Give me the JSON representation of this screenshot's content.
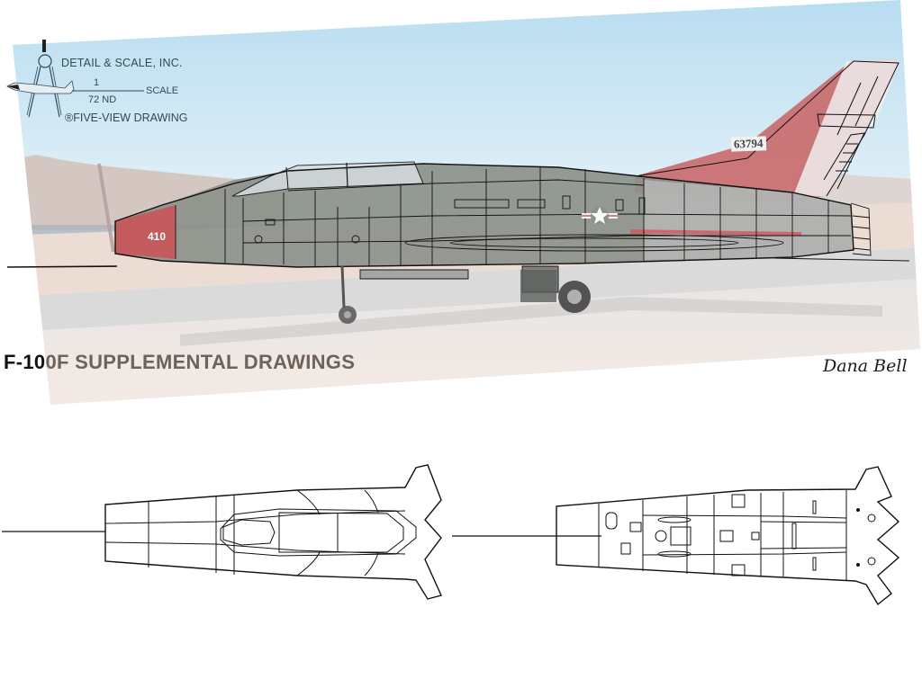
{
  "publisher": {
    "name": "DETAIL & SCALE, INC.",
    "scale_numerator": "1",
    "scale_denominator": "72 ND",
    "scale_label": "SCALE",
    "drawing_type": "®FIVE-VIEW DRAWING",
    "logo_icon": "compass-divider-with-aircraft-icon"
  },
  "title": {
    "dark_part": "F-10",
    "light_part": "0F SUPPLEMENTAL DRAWINGS",
    "full_text": "F-100F SUPPLEMENTAL DRAWINGS"
  },
  "signature": "Dana Bell",
  "aircraft": {
    "model": "F-100F",
    "tail_number": "63794",
    "nose_number": "410",
    "insignia": "star-and-bar-insignia"
  },
  "views": [
    {
      "name": "side-view-overlay-on-photo",
      "description": "Side profile line drawing overlaid on photograph"
    },
    {
      "name": "top-view-fuselage",
      "description": "Plan view of fuselage from above, tandem canopy"
    },
    {
      "name": "bottom-view-fuselage",
      "description": "Plan view of fuselage from below, access panels"
    }
  ],
  "colors": {
    "sky": "#cfe8f4",
    "sky_top": "#b7dcef",
    "mountains": "#c9b8ae",
    "desert": "#e6d3c8",
    "runway": "#d7d4d2",
    "tarmac": "#efe3dc",
    "fuselage": "#8a9088",
    "red_trim": "#c65a5c",
    "title_light": "#6e6259",
    "title_dark": "#111111",
    "logo_text": "#2e4a5c",
    "line": "#111111"
  }
}
